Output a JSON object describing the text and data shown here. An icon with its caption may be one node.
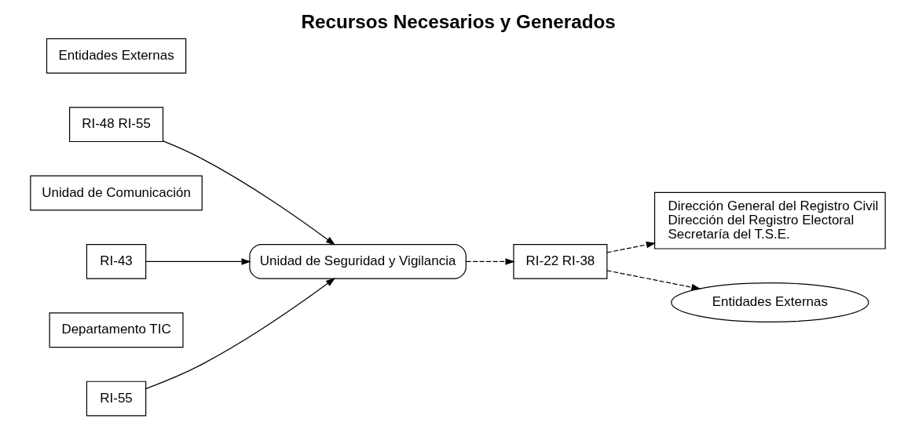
{
  "diagram": {
    "title": "Recursos Necesarios y Generados",
    "nodes": [
      {
        "text": [
          "Entidades Externas"
        ]
      },
      {
        "text": [
          "RI-48 RI-55"
        ]
      },
      {
        "text": [
          "Unidad de Seguridad y Vigilancia"
        ]
      },
      {
        "text": [
          "Unidad de Comunicación"
        ]
      },
      {
        "text": [
          "RI-43"
        ]
      },
      {
        "text": [
          "Departamento TIC"
        ]
      },
      {
        "text": [
          "RI-55"
        ]
      },
      {
        "text": [
          "RI-22 RI-38"
        ]
      },
      {
        "text": [
          "Dirección General del Registro Civil",
          "Dirección del Registro Electoral",
          "Secretaría del T.S.E."
        ]
      },
      {
        "text": [
          "Entidades Externas"
        ]
      }
    ],
    "edges": [
      {
        "from": 1,
        "to": 2,
        "arrow": "to"
      },
      {
        "from": 4,
        "to": 2,
        "arrow": "to"
      },
      {
        "from": 6,
        "to": 2,
        "arrow": "to"
      },
      {
        "from": 2,
        "to": 7,
        "arrow": "to",
        "style": "dashed"
      },
      {
        "from": 7,
        "to": 8,
        "arrow": "to",
        "style": "dashed"
      },
      {
        "from": 7,
        "to": 9,
        "arrow": "to",
        "style": "dashed"
      }
    ]
  }
}
